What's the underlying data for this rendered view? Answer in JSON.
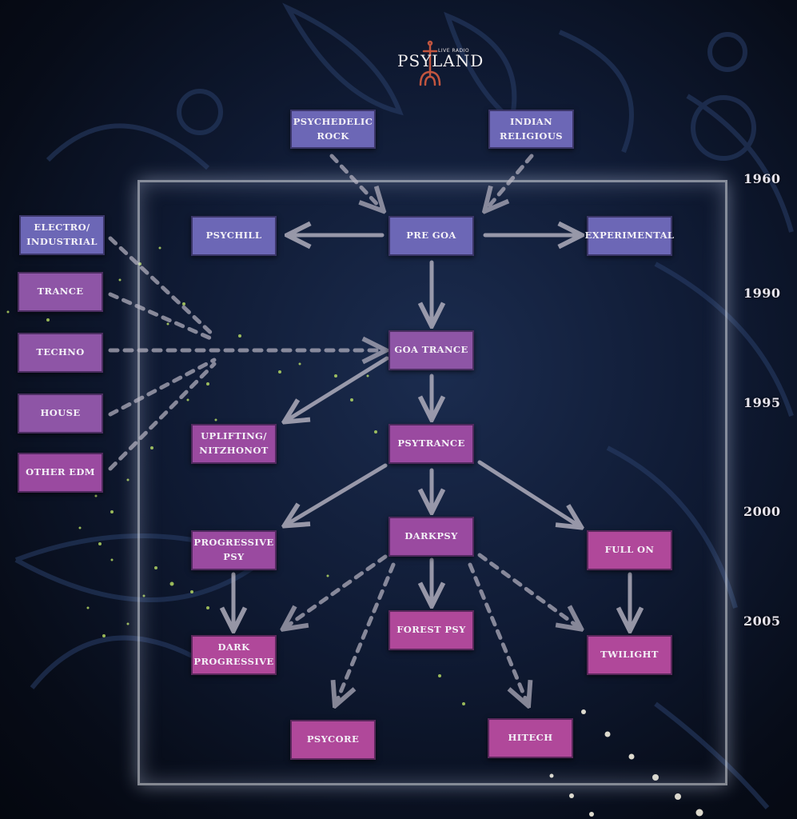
{
  "logo": {
    "left": "PSY",
    "right": "LAND",
    "tagline": "LIVE RADIO"
  },
  "years": [
    "1960",
    "1990",
    "1995",
    "2000",
    "2005"
  ],
  "nodes": {
    "psychedelic_rock": "PSYCHEDELIC\nROCK",
    "indian_religious": "INDIAN\nRELIGIOUS",
    "psychill": "PSYCHILL",
    "pre_goa": "PRE GOA",
    "experimental": "EXPERIMENTAL",
    "electro_industrial": "ELECTRO/\nINDUSTRIAL",
    "trance": "TRANCE",
    "techno": "TECHNO",
    "house": "HOUSE",
    "other_edm": "OTHER EDM",
    "goa_trance": "GOA TRANCE",
    "uplifting_nitzhonot": "UPLIFTING/\nNITZHONOT",
    "psytrance": "PSYTRANCE",
    "progressive_psy": "PROGRESSIVE\nPSY",
    "darkpsy": "DARKPSY",
    "full_on": "FULL ON",
    "forest_psy": "FOREST PSY",
    "dark_progressive": "DARK\nPROGRESSIVE",
    "twilight": "TWILIGHT",
    "psycore": "PSYCORE",
    "hitech": "HITECH"
  },
  "colors": {
    "blue": "#6c67b6",
    "purple": "#8e55a6",
    "violet": "#9a4aa0",
    "magenta": "#b0489a",
    "arrow": "#b9b6c4",
    "particle": "#c9f06a"
  }
}
